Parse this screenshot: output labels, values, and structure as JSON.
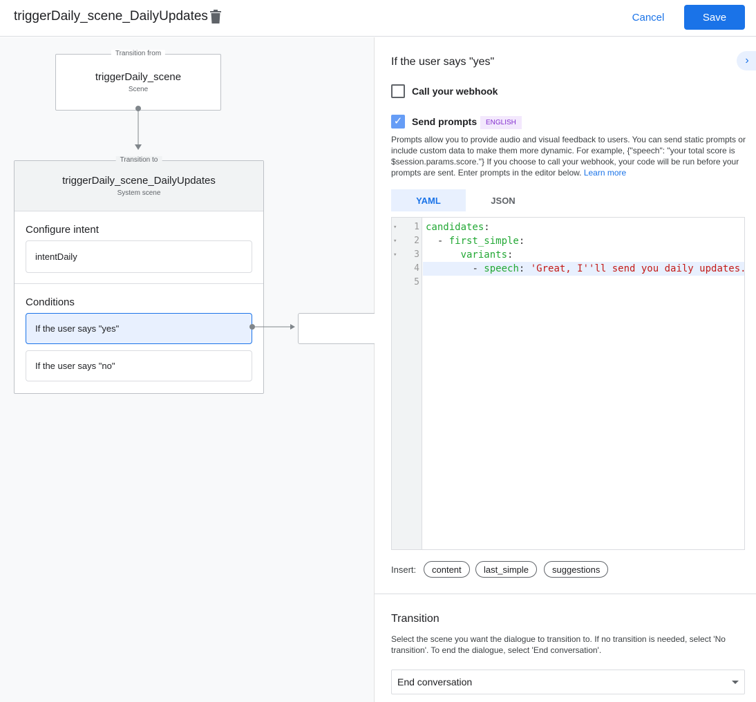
{
  "header": {
    "title": "triggerDaily_scene_DailyUpdates",
    "cancel": "Cancel",
    "save": "Save"
  },
  "canvas": {
    "from": {
      "legend": "Transition from",
      "title": "triggerDaily_scene",
      "subtitle": "Scene"
    },
    "to": {
      "legend": "Transition to",
      "title": "triggerDaily_scene_DailyUpdates",
      "subtitle": "System scene"
    },
    "configure_intent": "Configure intent",
    "intent": "intentDaily",
    "conditions": "Conditions",
    "condition_items": [
      "If the user says \"yes\"",
      "If the user says \"no\""
    ]
  },
  "panel": {
    "heading": "If the user says \"yes\"",
    "webhook_label": "Call your webhook",
    "webhook_checked": false,
    "prompts_label": "Send prompts",
    "prompts_checked": true,
    "language_badge": "ENGLISH",
    "description": "Prompts allow you to provide audio and visual feedback to users. You can send static prompts or include custom data to make them more dynamic. For example, {\"speech\": \"your total score is $session.params.score.\"} If you choose to call your webhook, your code will be run before your prompts are sent. Enter prompts in the editor below. ",
    "learn_more": "Learn more",
    "tabs": [
      "YAML",
      "JSON"
    ],
    "active_tab": "YAML",
    "code_lines": [
      {
        "n": "1",
        "indent": "",
        "dash": "",
        "key": "candidates",
        "sep": ":",
        "str": ""
      },
      {
        "n": "2",
        "indent": "  ",
        "dash": "- ",
        "key": "first_simple",
        "sep": ":",
        "str": ""
      },
      {
        "n": "3",
        "indent": "      ",
        "dash": "",
        "key": "variants",
        "sep": ":",
        "str": ""
      },
      {
        "n": "4",
        "indent": "        ",
        "dash": "- ",
        "key": "speech",
        "sep": ": ",
        "str": "'Great, I''ll send you daily updates."
      },
      {
        "n": "5",
        "indent": "",
        "dash": "",
        "key": "",
        "sep": "",
        "str": ""
      }
    ],
    "insert_label": "Insert:",
    "insert_chips": [
      "content",
      "last_simple",
      "suggestions"
    ],
    "transition_heading": "Transition",
    "transition_desc": "Select the scene you want the dialogue to transition to. If no transition is needed, select 'No transition'. To end the dialogue, select 'End conversation'.",
    "transition_value": "End conversation"
  },
  "colors": {
    "accent": "#1a73e8",
    "key": "#22a834",
    "string": "#c41a16",
    "badge_bg": "#f3e8fd",
    "badge_text": "#8430ce"
  }
}
